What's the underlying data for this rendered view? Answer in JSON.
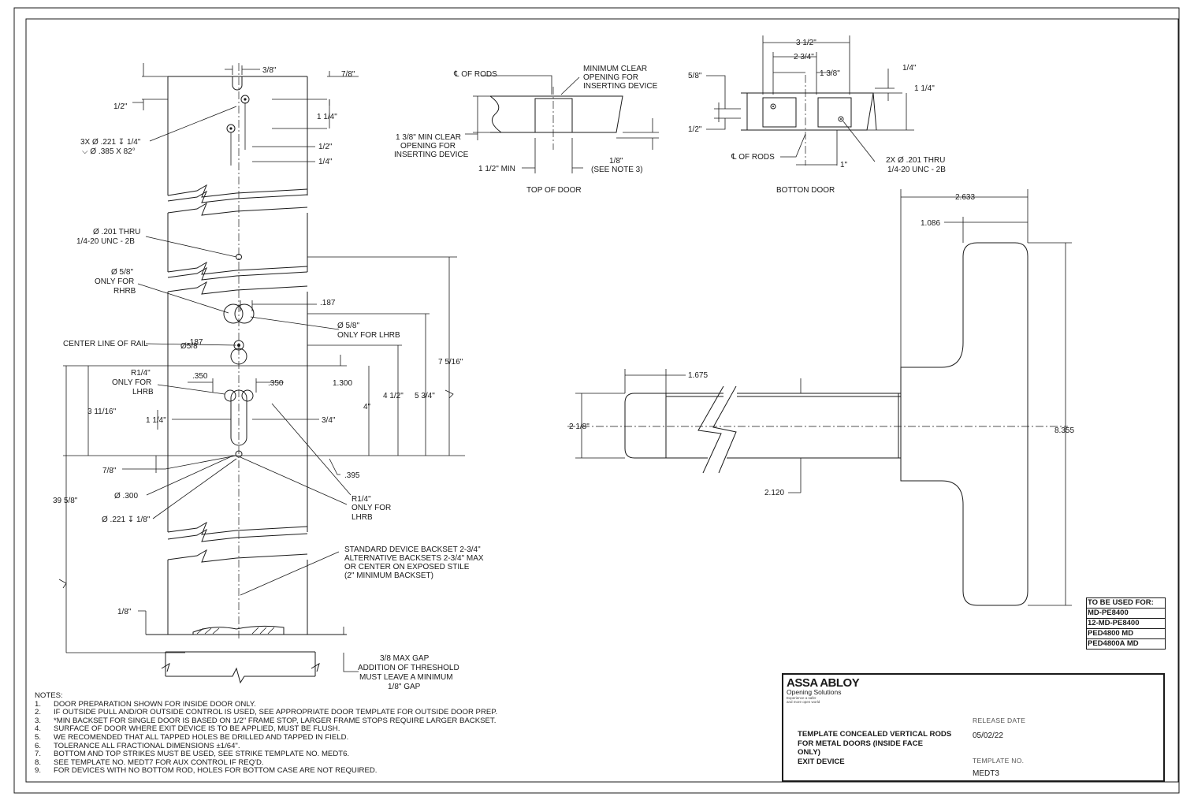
{
  "top_of_door": {
    "title": "TOP OF DOOR",
    "cl_rods": "℄ OF RODS",
    "min_clear_1": "MINIMUM CLEAR",
    "min_clear_2": "OPENING FOR",
    "min_clear_3": "INSERTING DEVICE",
    "side_1": "1 3/8\" MIN CLEAR",
    "side_2": "OPENING FOR",
    "side_3": "INSERTING DEVICE",
    "min_width": "1 1/2\" MIN",
    "eighth_1": "1/8\"",
    "eighth_2": "(SEE NOTE 3)"
  },
  "bottom_door": {
    "title": "BOTTON DOOR",
    "d1": "3 1/2\"",
    "d2": "2 3/4\"",
    "d3": "1 3/8\"",
    "d4": "1/4\"",
    "d5": "1 1/4\"",
    "d6": "5/8\"",
    "d7": "1/2\"",
    "cl_rods": "℄ OF RODS",
    "d8": "1\"",
    "hole_1": "2X Ø .201  THRU",
    "hole_2": "1/4-20 UNC  - 2B"
  },
  "elevation": {
    "d_38": "3/8\"",
    "d_78_top": "7/8\"",
    "d_12_a": "1/2\"",
    "d_114_a": "1 1/4\"",
    "holes_1": "3X Ø .221 ↧ 1/4\"",
    "holes_2": "⌵ Ø .385 X 82°",
    "d_12_b": "1/2\"",
    "d_14": "1/4\"",
    "thru_1": "Ø .201 THRU",
    "thru_2": "1/4-20 UNC - 2B",
    "rhrb_1": "Ø 5/8\"",
    "rhrb_2": "ONLY FOR",
    "rhrb_3": "RHRB",
    "d_187_a": ".187",
    "lhrb_1": "Ø 5/8\"",
    "lhrb_2": "ONLY FOR LHRB",
    "centerline": "CENTER LINE OF RAIL",
    "ghost_1": "Ø5/8",
    "ghost_2": ".187",
    "d_7516": "7 5/16\"",
    "r14_1": "R1/4\"",
    "r14_2": "ONLY FOR",
    "r14_3": "LHRB",
    "d_350_a": ".350",
    "d_350_b": ".350",
    "d_1300": "1.300",
    "d_4_12": "4 1/2\"",
    "d_5_34": "5 3/4\"",
    "d_31116": "3 11/16\"",
    "d_4": "4\"",
    "d_114_b": "1 1/4\"",
    "d_34": "3/4\"",
    "d_78_b": "7/8\"",
    "d_395": ".395",
    "d_3958": "39 5/8\"",
    "d_300": "Ø .300",
    "r14b_1": "R1/4\"",
    "r14b_2": "ONLY FOR",
    "r14b_3": "LHRB",
    "d_221": "Ø .221 ↧ 1/8\"",
    "backset_1": "STANDARD DEVICE BACKSET 2-3/4\"",
    "backset_2": "ALTERNATIVE BACKSETS 2-3/4\" MAX",
    "backset_3": "OR CENTER ON EXPOSED STILE",
    "backset_4": "(2\" MINIMUM BACKSET)",
    "d_18": "1/8\"",
    "gap_1": "3/8 MAX GAP",
    "gap_2": "ADDITION OF THRESHOLD",
    "gap_3": "MUST LEAVE A MINIMUM",
    "gap_4": "1/8\" GAP"
  },
  "device": {
    "d_2633": "2.633",
    "d_1086": "1.086",
    "d_1675": "1.675",
    "d_218": "2 1/8\"",
    "d_8355": "8.355",
    "d_2120": "2.120"
  },
  "notes": {
    "heading": "NOTES:",
    "items": [
      {
        "n": "1.",
        "t": "DOOR PREPARATION SHOWN FOR INSIDE DOOR ONLY."
      },
      {
        "n": "2.",
        "t": "IF OUTSIDE PULL AND/OR OUTSIDE CONTROL IS USED, SEE APPROPRIATE DOOR TEMPLATE FOR OUTSIDE DOOR PREP."
      },
      {
        "n": "3.",
        "t": "*MIN BACKSET FOR SINGLE DOOR IS BASED ON 1/2\" FRAME STOP, LARGER FRAME STOPS REQUIRE LARGER BACKSET."
      },
      {
        "n": "4.",
        "t": "SURFACE OF DOOR WHERE EXIT DEVICE IS TO BE APPLIED, MUST BE FLUSH."
      },
      {
        "n": "5.",
        "t": "WE RECOMENDED THAT ALL TAPPED HOLES BE DRILLED AND TAPPED IN FIELD."
      },
      {
        "n": "6.",
        "t": "TOLERANCE ALL FRACTIONAL DIMENSIONS ±1/64\"."
      },
      {
        "n": "7.",
        "t": "BOTTOM AND TOP STRIKES MUST BE USED, SEE STRIKE TEMPLATE NO. MEDT6."
      },
      {
        "n": "8.",
        "t": "SEE TEMPLATE NO. MEDT7 FOR AUX CONTROL IF REQ'D."
      },
      {
        "n": "9.",
        "t": "FOR DEVICES WITH NO BOTTOM ROD, HOLES FOR BOTTOM CASE ARE NOT REQUIRED."
      }
    ]
  },
  "usage": {
    "heading": "TO BE USED FOR:",
    "models": [
      "MD-PE8400",
      "12-MD-PE8400",
      "PED4800 MD",
      "PED4800A MD"
    ]
  },
  "title_block": {
    "brand": "ASSA ABLOY",
    "division": "Opening Solutions",
    "tagline_1": "Experience a safer",
    "tagline_2": "and more open world",
    "title_1": "TEMPLATE CONCEALED VERTICAL RODS",
    "title_2": "FOR METAL DOORS (INSIDE FACE",
    "title_3": "ONLY)",
    "title_4": "EXIT DEVICE",
    "release_caption": "RELEASE  DATE",
    "release_date": "05/02/22",
    "template_caption": "TEMPLATE  NO.",
    "template_no": "MEDT3"
  }
}
